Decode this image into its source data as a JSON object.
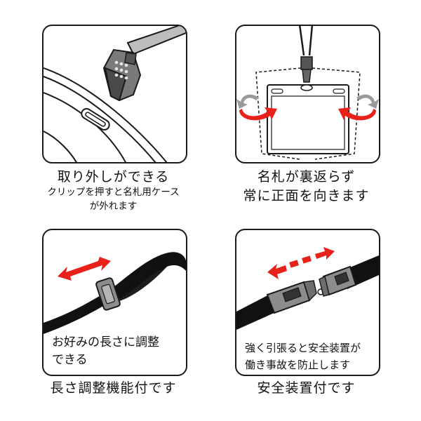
{
  "panels": {
    "detach": {
      "title": "取り外しができる",
      "detail_line1": "クリップを押すと名札用ケース",
      "detail_line2": "が外れます"
    },
    "rotation": {
      "title_line1": "名札が裏返らず",
      "title_line2": "常に正面を向きます"
    },
    "length": {
      "inset_text": "お好みの長さに調整\nできる",
      "caption": "長さ調整機能付です"
    },
    "safety": {
      "inset_text": "強く引張ると安全装置が\n働き事故を防止します",
      "caption": "安全装置付です"
    }
  },
  "colors": {
    "arrow_red": "#e8211b",
    "arrow_gray": "#9a9a9a",
    "line_dark": "#1a1a1a",
    "strap_black": "#111111",
    "buckle_gray": "#8c8c8c"
  },
  "icons": [
    "clip-icon",
    "rotation-arrow-icon",
    "strap-adjuster-icon",
    "safety-buckle-icon",
    "double-arrow-icon"
  ]
}
